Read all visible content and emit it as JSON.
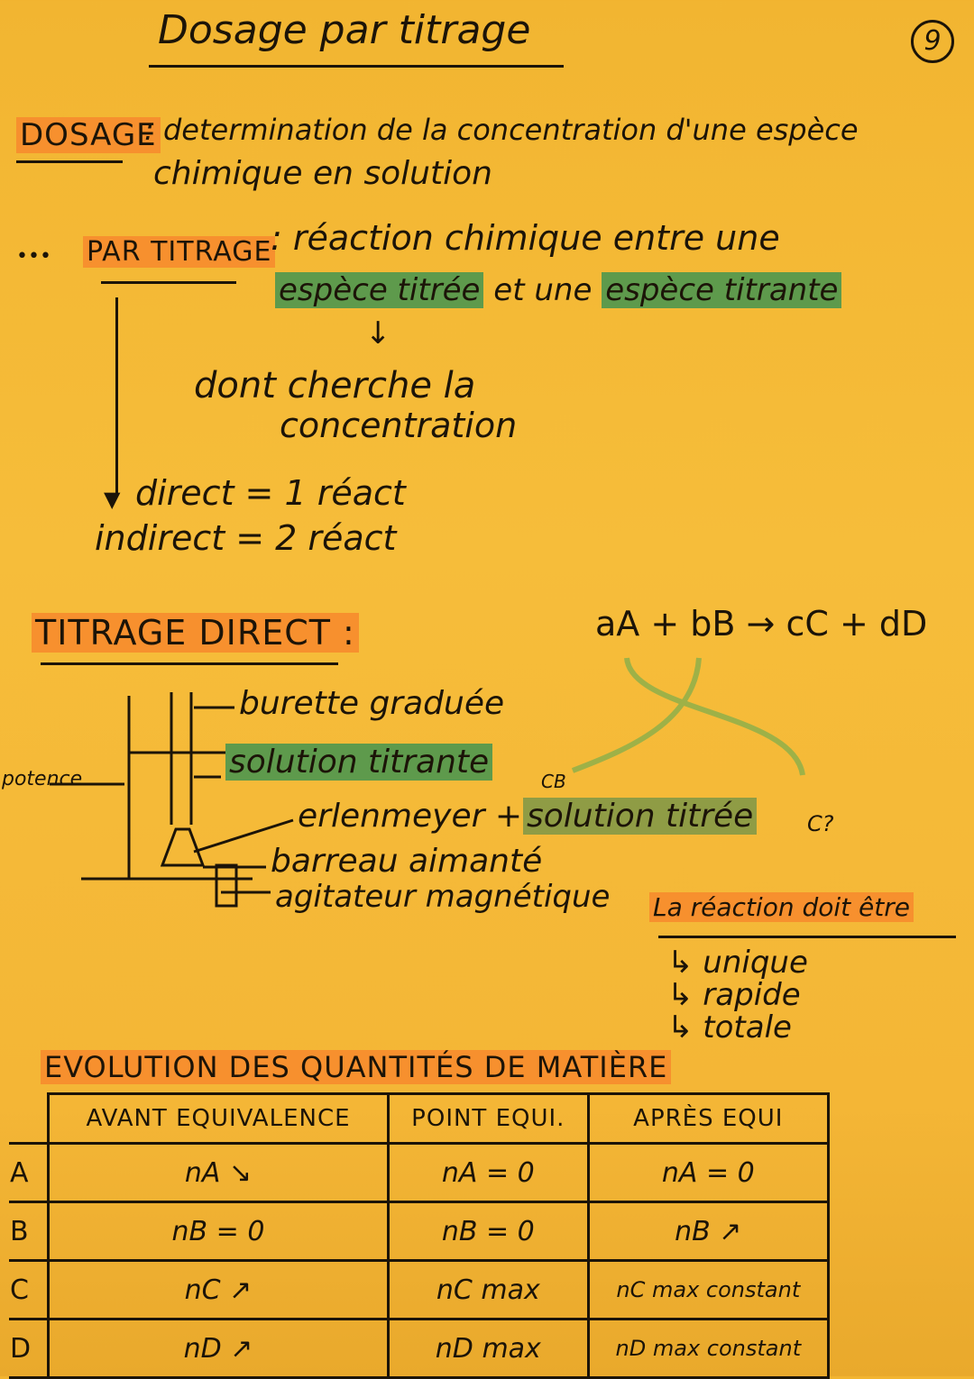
{
  "title": "Dosage par titrage",
  "page_number": "9",
  "dosage": {
    "term": "DOSAGE",
    "definition_line1": ": determination de la concentration d'une espèce",
    "definition_line2": "chimique en solution"
  },
  "titrage": {
    "dots": "•••",
    "term": "PAR TITRAGE",
    "def_line1": ": réaction chimique entre une",
    "titree": "espèce titrée",
    "et_une": "et une",
    "titrante": "espèce titrante",
    "note_line1": "dont cherche la",
    "note_line2": "concentration",
    "direct": "direct = 1 réact",
    "indirect": "indirect = 2 réact"
  },
  "titrage_direct": {
    "heading": "TITRAGE DIRECT :",
    "equation": "aA + bB → cC + dD",
    "labels": {
      "burette": "burette graduée",
      "potence": "potence",
      "solution_titrante": "solution titrante",
      "cb": "CB",
      "erlenmeyer": "erlenmeyer +",
      "solution_titree": "solution titrée",
      "c_unknown": "C?",
      "barreau": "barreau aimanté",
      "agitateur": "agitateur magnétique"
    }
  },
  "reaction": {
    "heading": "La réaction doit être",
    "items": [
      "↳ unique",
      "↳ rapide",
      "↳ totale"
    ]
  },
  "evolution": {
    "heading": "EVOLUTION DES QUANTITÉS DE MATIÈRE",
    "columns": [
      "AVANT EQUIVALENCE",
      "POINT EQUI.",
      "APRÈS EQUI"
    ],
    "rows": [
      {
        "label": "A",
        "cells": [
          "nA ↘",
          "nA = 0",
          "nA = 0"
        ]
      },
      {
        "label": "B",
        "cells": [
          "nB = 0",
          "nB = 0",
          "nB ↗"
        ]
      },
      {
        "label": "C",
        "cells": [
          "nC ↗",
          "nC max",
          "nC max constant"
        ]
      },
      {
        "label": "D",
        "cells": [
          "nD ↗",
          "nD max",
          "nD max constant"
        ]
      }
    ]
  },
  "colors": {
    "paper": "#f4b636",
    "highlight_orange": "#f7902e",
    "highlight_green": "#5e9a4c",
    "ink": "#1c1408"
  }
}
